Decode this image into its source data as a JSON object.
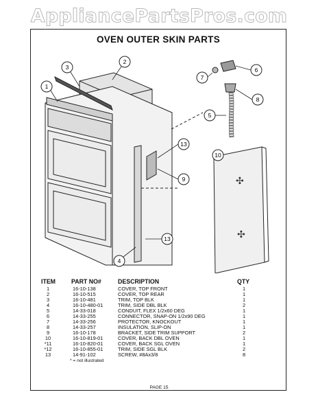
{
  "watermark": "AppliancePartsPros.com",
  "title": "OVEN OUTER SKIN PARTS",
  "callouts": [
    "1",
    "2",
    "3",
    "4",
    "5",
    "6",
    "7",
    "8",
    "9",
    "10",
    "13",
    "13"
  ],
  "table": {
    "headers": {
      "item": "ITEM",
      "part": "PART NO#",
      "desc": "DESCRIPTION",
      "qty": "QTY"
    },
    "rows": [
      {
        "item": "1",
        "part": "16-10-138",
        "desc": "COVER, TOP FRONT",
        "qty": "1"
      },
      {
        "item": "2",
        "part": "16-10-515",
        "desc": "COVER, TOP REAR",
        "qty": "1"
      },
      {
        "item": "3",
        "part": "16-10-481",
        "desc": "TRIM, TOP BLK",
        "qty": "1"
      },
      {
        "item": "4",
        "part": "16-10-480-01",
        "desc": "TRIM, SIDE DBL BLK",
        "qty": "2"
      },
      {
        "item": "5",
        "part": "14-33-018",
        "desc": "CONDUIT, FLEX 1/2x60 DEG",
        "qty": "1"
      },
      {
        "item": "6",
        "part": "14-33-255",
        "desc": "CONNECTOR, SNAP-ON 1/2x90 DEG",
        "qty": "1"
      },
      {
        "item": "7",
        "part": "14-33-256",
        "desc": "PROTECTOR, KNOCKOUT",
        "qty": "1"
      },
      {
        "item": "8",
        "part": "14-33-257",
        "desc": "INSULATION, SLIP-ON",
        "qty": "1"
      },
      {
        "item": "9",
        "part": "16-10-178",
        "desc": "BRACKET, SIDE TRIM SUPPORT",
        "qty": "2"
      },
      {
        "item": "10",
        "part": "16-10-819-01",
        "desc": "COVER, BACK DBL OVEN",
        "qty": "1"
      },
      {
        "item": "*11",
        "part": "16-10-820-01",
        "desc": "COVER, BACK SGL OVEN",
        "qty": "1"
      },
      {
        "item": "*12",
        "part": "16-10-855-01",
        "desc": "TRIM, SIDE SGL BLK",
        "qty": "2"
      },
      {
        "item": "13",
        "part": "14-91-102",
        "desc": "SCREW, #8Ax3/8",
        "qty": "8"
      }
    ]
  },
  "footnote": "* = not illustrated",
  "page": "PAGE 15"
}
